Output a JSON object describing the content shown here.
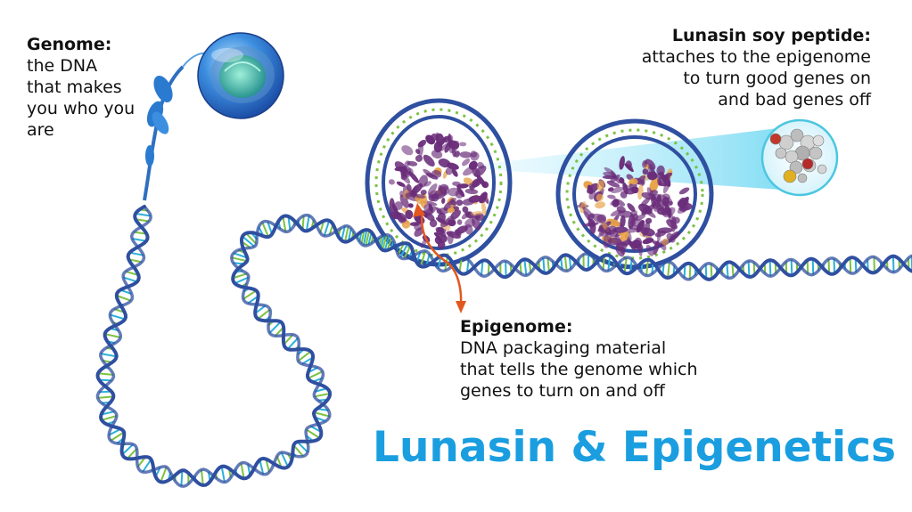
{
  "genome": {
    "heading": "Genome:",
    "lines": [
      "the DNA",
      "that makes",
      "you who you",
      "are"
    ]
  },
  "lunasin": {
    "heading": "Lunasin soy peptide:",
    "lines": [
      "attaches to the epigenome",
      "to turn good genes on",
      "and bad genes off"
    ]
  },
  "epigenome": {
    "heading": "Epigenome:",
    "lines": [
      "DNA packaging material",
      "that tells the genome which",
      "genes to turn on and off"
    ]
  },
  "title": "Lunasin & Epigenetics",
  "colors": {
    "title": "#1a9ee0",
    "dna_backbone": "#2f4fa0",
    "dna_rung_green": "#7cc243",
    "dna_rung_cyan": "#2ab0d8",
    "protein": "#6a2d7a",
    "arrow": "#e2571e"
  }
}
